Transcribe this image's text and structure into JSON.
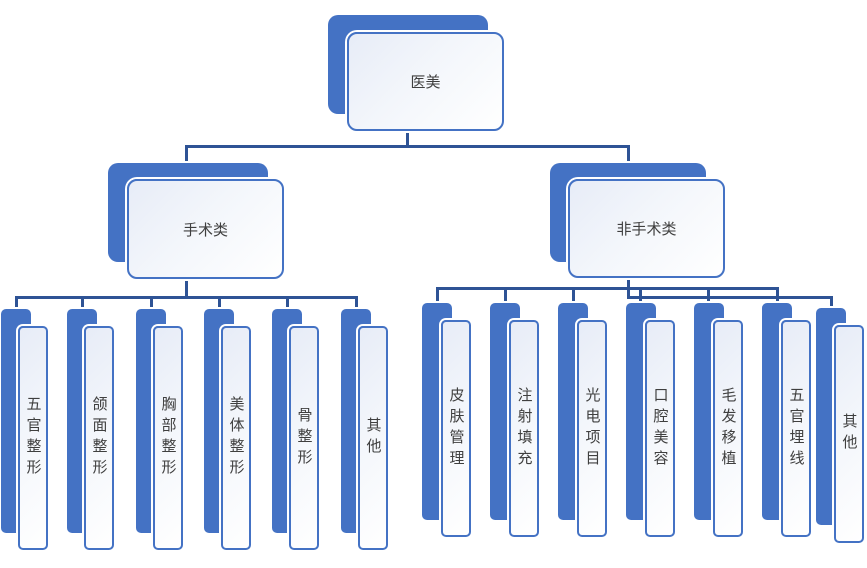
{
  "diagram": {
    "type": "org-hierarchy",
    "colors": {
      "node_fill": "#4472c4",
      "node_border": "#4472c4",
      "node_front_fill_start": "#e7ecf7",
      "node_front_fill_end": "#ffffff",
      "connector": "#2e5395",
      "label_text": "#3f3f3f",
      "background": "#ffffff"
    },
    "root_label": "医美",
    "branches": [
      {
        "label": "手术类",
        "children": [
          "五官整形",
          "颌面整形",
          "胸部整形",
          "美体整形",
          "骨整形",
          "其他"
        ]
      },
      {
        "label": "非手术类",
        "children": [
          "皮肤管理",
          "注射填充",
          "光电项目",
          "口腔美容",
          "毛发移植",
          "五官埋线",
          "其他"
        ]
      }
    ]
  }
}
